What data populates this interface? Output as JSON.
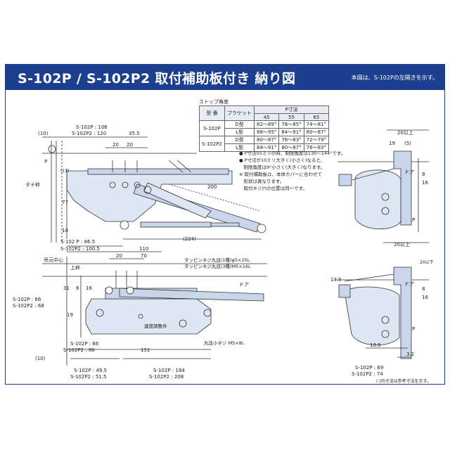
{
  "header": {
    "title": "S-102P / S-102P2 取付補助板付き 納り図",
    "note": "本図は、S-102Pの左開きを示す。"
  },
  "table": {
    "caption": "ストップ角度",
    "col_model": "型 番",
    "col_bracket": "ブラケット",
    "col_p": "P寸法",
    "p_values": [
      "45",
      "55",
      "65"
    ],
    "rows": [
      {
        "model": "S-102P",
        "bracket": "D型",
        "v": [
          "82～89°",
          "78～85°",
          "74～81°"
        ]
      },
      {
        "model": "",
        "bracket": "L型",
        "v": [
          "88～95°",
          "84～91°",
          "80～87°"
        ]
      },
      {
        "model": "S-102P2",
        "bracket": "D型",
        "v": [
          "80～87°",
          "76～83°",
          "72～79°"
        ]
      },
      {
        "model": "",
        "bracket": "L型",
        "v": [
          "84～91°",
          "80～87°",
          "76～83°"
        ]
      }
    ]
  },
  "notes": [
    "● P寸法55ミリの時、制限角度は130～144°です。",
    "● P寸法が10ミリ大きく(小さく)なると、",
    "　制限角度は9°小さく(大きく)なります。",
    "※ 取付補助板は、本体カバーに合わせて",
    "　形状は異なります。",
    "　取付ネジ穴の位置は同一です。"
  ],
  "top_view": {
    "dim_10": "(10)",
    "p_label_1": "S-102P : 106",
    "p_label_2": "S-102P2 : 120",
    "dim_355": "35.5",
    "dim_20a": "20",
    "dim_20b": "20",
    "p_mark": "P",
    "dim_11": "(11)",
    "dim_77": "77",
    "dim_10b": "10",
    "dim_200": "200",
    "dim_224": "(224)",
    "tatewaku": "タテ枠",
    "b_label_1": "S-102 P : 86.5",
    "b_label_2": "S-102P2 : 100.5"
  },
  "bottom_view": {
    "tsuri": "吊元中心",
    "kamiwaku": "上枠",
    "dim_110": "110",
    "dim_20": "20",
    "dim_70": "70",
    "dim_31": "31",
    "dim_8": "8",
    "dim_16": "16",
    "dim_19": "19",
    "dim_151": "151",
    "dim_10": "(10)",
    "door": "ドア",
    "screw1": "タッピンネジ丸皿(1種)φ5×25L",
    "screw2": "タッピンネジ丸皿(3種)M5×16L",
    "speed": "速度調整弁",
    "screw3": "丸皿小ネジ M5×8L",
    "l_label_1": "S-102P : 66",
    "l_label_2": "S-102P2 : 68",
    "m_label_1": "S-102P : 66",
    "m_label_2": "S-102P2 : 80",
    "a_label_1": "S-102P : 49.5",
    "a_label_2": "S-102P2 : 51.5",
    "c_label_1": "S-102P : 184",
    "c_label_2": "S-102P2 : 208"
  },
  "right_top": {
    "dim_20": "20以上",
    "dim_19": "19",
    "dim_5": "(5)",
    "dim_8": "8",
    "dim_16": "16",
    "door": "ドア",
    "p": "P"
  },
  "right_bottom": {
    "dim_20": "20以上",
    "dim_20b": "20以下",
    "dim_175": "17.5",
    "dim_8": "8",
    "dim_16": "16",
    "door": "ドア",
    "p": "P",
    "dim_195": "19.5",
    "dim_32": "3.2",
    "l_label_1": "S-102P : 69",
    "l_label_2": "S-102P2 : 74"
  },
  "footnote": "( )内寸法は参考寸法を示す。"
}
